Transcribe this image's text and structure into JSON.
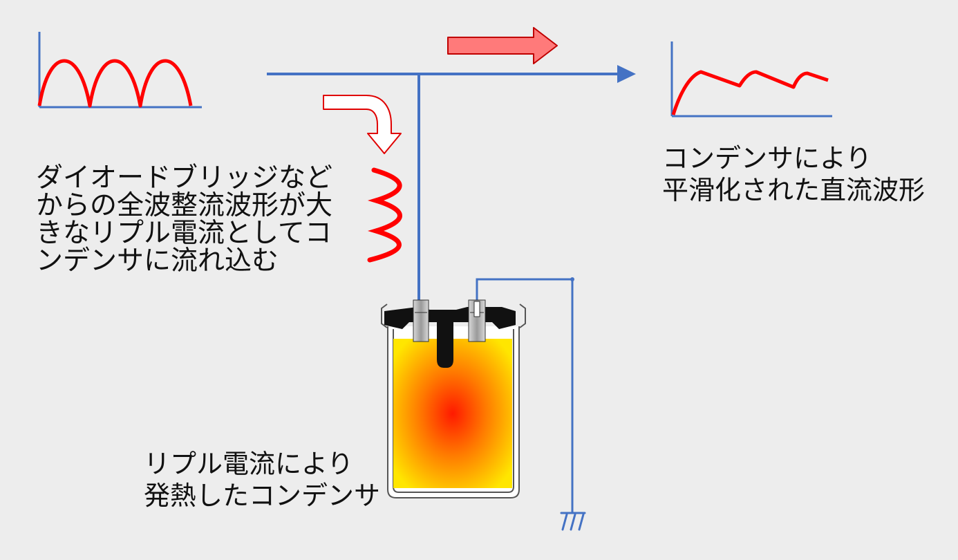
{
  "labels": {
    "input_lines": [
      "ダイオードブリッジなど",
      "からの全波整流波形が大",
      "きなリプル電流としてコ",
      "ンデンサに流れ込む"
    ],
    "output_lines": [
      "コンデンサにより",
      "平滑化された直流波形"
    ],
    "capacitor_lines": [
      "リプル電流により",
      "発熱したコンデンサ"
    ]
  },
  "colors": {
    "background": "#ededed",
    "wire": "#4472c4",
    "waveform": "#ff0000",
    "arrow_fill": "#ff7a7a",
    "arrow_stroke": "#c00000",
    "heat_core": "#ff1a00",
    "heat_edge": "#ffe600",
    "terminal": "#111111",
    "can": "#555555"
  },
  "icons": {
    "ground": "ground-symbol-icon",
    "flow_right": "arrow-right-icon",
    "flow_down": "curved-arrow-down-icon",
    "ripple": "ripple-wave-icon",
    "capacitor": "electrolytic-capacitor-cutaway-icon"
  }
}
